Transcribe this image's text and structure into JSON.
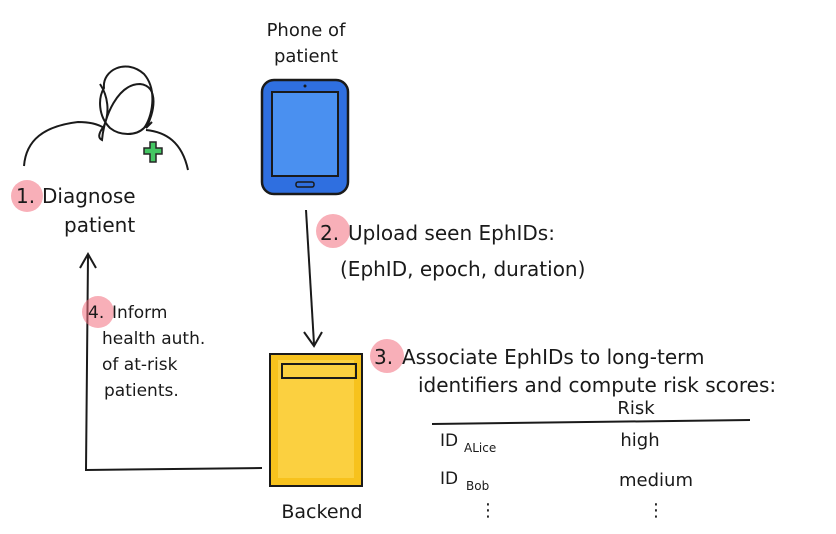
{
  "colors": {
    "ink": "#1a1a1a",
    "marker_red": "#f26d7d",
    "phone_blue": "#2f6fe0",
    "phone_light": "#4a90f0",
    "backend_yellow": "#f7c21d",
    "backend_light": "#fbd34a",
    "cross_green": "#3ac45a"
  },
  "patient": {
    "icon": "patient-person-icon",
    "badge_icon": "green-cross-icon"
  },
  "phone": {
    "icon": "smartphone-icon",
    "label_line1": "Phone of",
    "label_line2": "patient"
  },
  "backend": {
    "icon": "backend-server-icon",
    "label": "Backend"
  },
  "steps": [
    {
      "number": "1.",
      "lines": [
        "Diagnose",
        "patient"
      ]
    },
    {
      "number": "2.",
      "lines": [
        "Upload seen EphIDs:",
        "(EphID, epoch, duration)"
      ]
    },
    {
      "number": "3.",
      "lines": [
        "Associate EphIDs to long-term",
        "identifiers and compute risk scores:"
      ]
    },
    {
      "number": "4.",
      "lines": [
        "Inform",
        "health auth.",
        "of at-risk",
        "patients."
      ]
    }
  ],
  "risk_table": {
    "header": "Risk",
    "rows": [
      {
        "id": "ID",
        "sub": "ALice",
        "risk": "high"
      },
      {
        "id": "ID",
        "sub": "Bob",
        "risk": "medium"
      }
    ],
    "ellipsis": "⋮"
  }
}
